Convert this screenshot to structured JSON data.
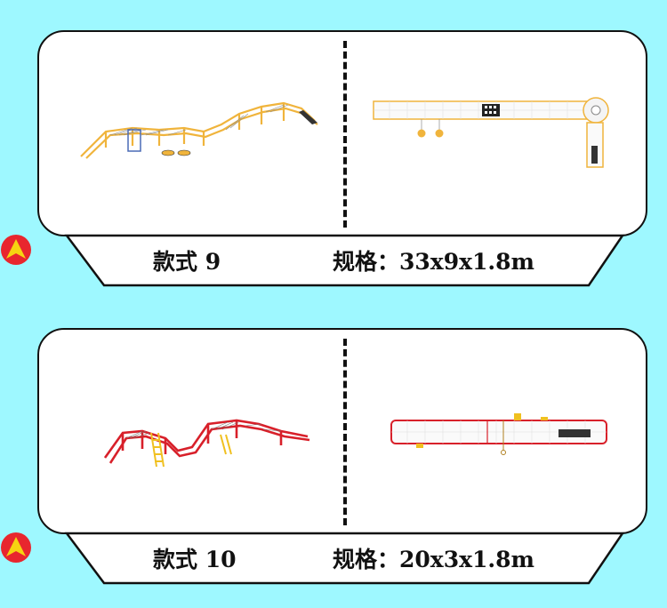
{
  "products": [
    {
      "style": "款式 9",
      "spec": "规格：33x9x1.8m"
    },
    {
      "style": "款式 10",
      "spec": "规格：20x3x1.8m"
    }
  ],
  "colors": {
    "background": "#9ef8ff",
    "badge_red": "#e8262e",
    "badge_yellow": "#f6d411",
    "frame_yellow": "#f0b43c",
    "frame_red": "#d8202a"
  }
}
